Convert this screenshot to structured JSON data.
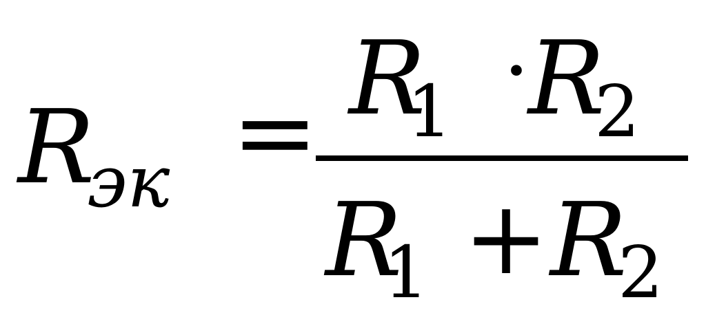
{
  "formula": {
    "lhs": {
      "symbol": "R",
      "subscript": "эк"
    },
    "equals": "=",
    "numerator": {
      "term1": {
        "symbol": "R",
        "subscript": "1"
      },
      "operator": "·",
      "term2": {
        "symbol": "R",
        "subscript": "2"
      }
    },
    "denominator": {
      "term1": {
        "symbol": "R",
        "subscript": "1"
      },
      "operator": "+",
      "term2": {
        "symbol": "R",
        "subscript": "2"
      }
    }
  }
}
